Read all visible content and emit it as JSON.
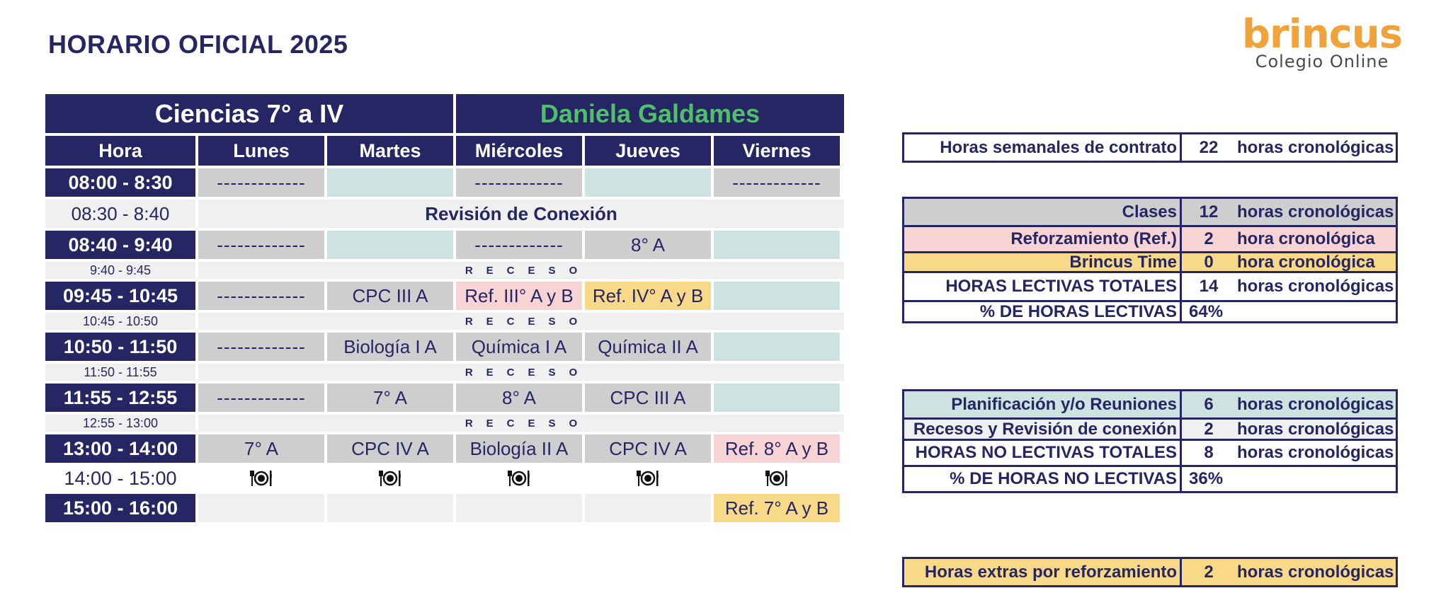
{
  "page_title": "HORARIO OFICIAL 2025",
  "logo": {
    "word": "brincus",
    "subtitle": "Colegio Online"
  },
  "schedule": {
    "subject": "Ciencias 7° a IV",
    "teacher": "Daniela Galdames",
    "days": [
      "Hora",
      "Lunes",
      "Martes",
      "Miércoles",
      "Jueves",
      "Viernes"
    ],
    "recess_text": "RECESO",
    "dash": "-------------",
    "rows": {
      "r1": {
        "time": "08:00 - 8:30"
      },
      "r2": {
        "time": "08:30 - 8:40",
        "text": "Revisión de Conexión"
      },
      "r3": {
        "time": "08:40 - 9:40",
        "jueves": "8° A"
      },
      "r4": {
        "time": "9:40 - 9:45"
      },
      "r5": {
        "time": "09:45 - 10:45",
        "martes": "CPC III A",
        "miercoles": "Ref. III° A y B",
        "jueves": "Ref. IV° A y B"
      },
      "r6": {
        "time": "10:45 - 10:50"
      },
      "r7": {
        "time": "10:50 - 11:50",
        "martes": "Biología I A",
        "miercoles": "Química I A",
        "jueves": "Química II A"
      },
      "r8": {
        "time": "11:50 - 11:55"
      },
      "r9": {
        "time": "11:55 - 12:55",
        "martes": "7° A",
        "miercoles": "8° A",
        "jueves": "CPC III A"
      },
      "r10": {
        "time": "12:55 - 13:00"
      },
      "r11": {
        "time": "13:00 - 14:00",
        "lunes": "7° A",
        "martes": "CPC IV A",
        "miercoles": "Biología II A",
        "jueves": "CPC IV A",
        "viernes": "Ref. 8° A y B"
      },
      "r12": {
        "time": "14:00 - 15:00",
        "icon": "lunch-icon"
      },
      "r13": {
        "time": "15:00 - 16:00",
        "viernes": "Ref. 7° A y B"
      }
    }
  },
  "summary": {
    "contract": {
      "label": "Horas semanales de contrato",
      "value": "22",
      "unit": "horas cronológicas"
    },
    "clases": {
      "label": "Clases",
      "value": "12",
      "unit": "horas cronológicas"
    },
    "ref": {
      "label": "Reforzamiento (Ref.)",
      "value": "2",
      "unit": "hora cronológica"
    },
    "brincus_time": {
      "label": "Brincus Time",
      "value": "0",
      "unit": "hora cronológica"
    },
    "lectivas_totales": {
      "label": "HORAS LECTIVAS TOTALES",
      "value": "14",
      "unit": "horas cronológicas"
    },
    "pct_lectivas": {
      "label": "% DE HORAS LECTIVAS",
      "value": "64%"
    },
    "planificacion": {
      "label": "Planificación y/o Reuniones",
      "value": "6",
      "unit": "horas cronológicas"
    },
    "recesos": {
      "label": "Recesos y Revisión de conexión",
      "value": "2",
      "unit": "horas cronológicas"
    },
    "no_lectivas_totales": {
      "label": "HORAS NO LECTIVAS TOTALES",
      "value": "8",
      "unit": "horas cronológicas"
    },
    "pct_no_lectivas": {
      "label": "% DE HORAS NO LECTIVAS",
      "value": "36%"
    },
    "extras": {
      "label": "Horas extras por reforzamiento",
      "value": "2",
      "unit": "horas cronológicas"
    }
  },
  "colors": {
    "navy": "#262664",
    "teacher_green": "#4fbf6a",
    "logo_orange": "#f0a33a",
    "gray": "#cecece",
    "teal": "#cde3df",
    "pink": "#f8d3d3",
    "yellow": "#f8d987",
    "light": "#f0f0f0"
  }
}
